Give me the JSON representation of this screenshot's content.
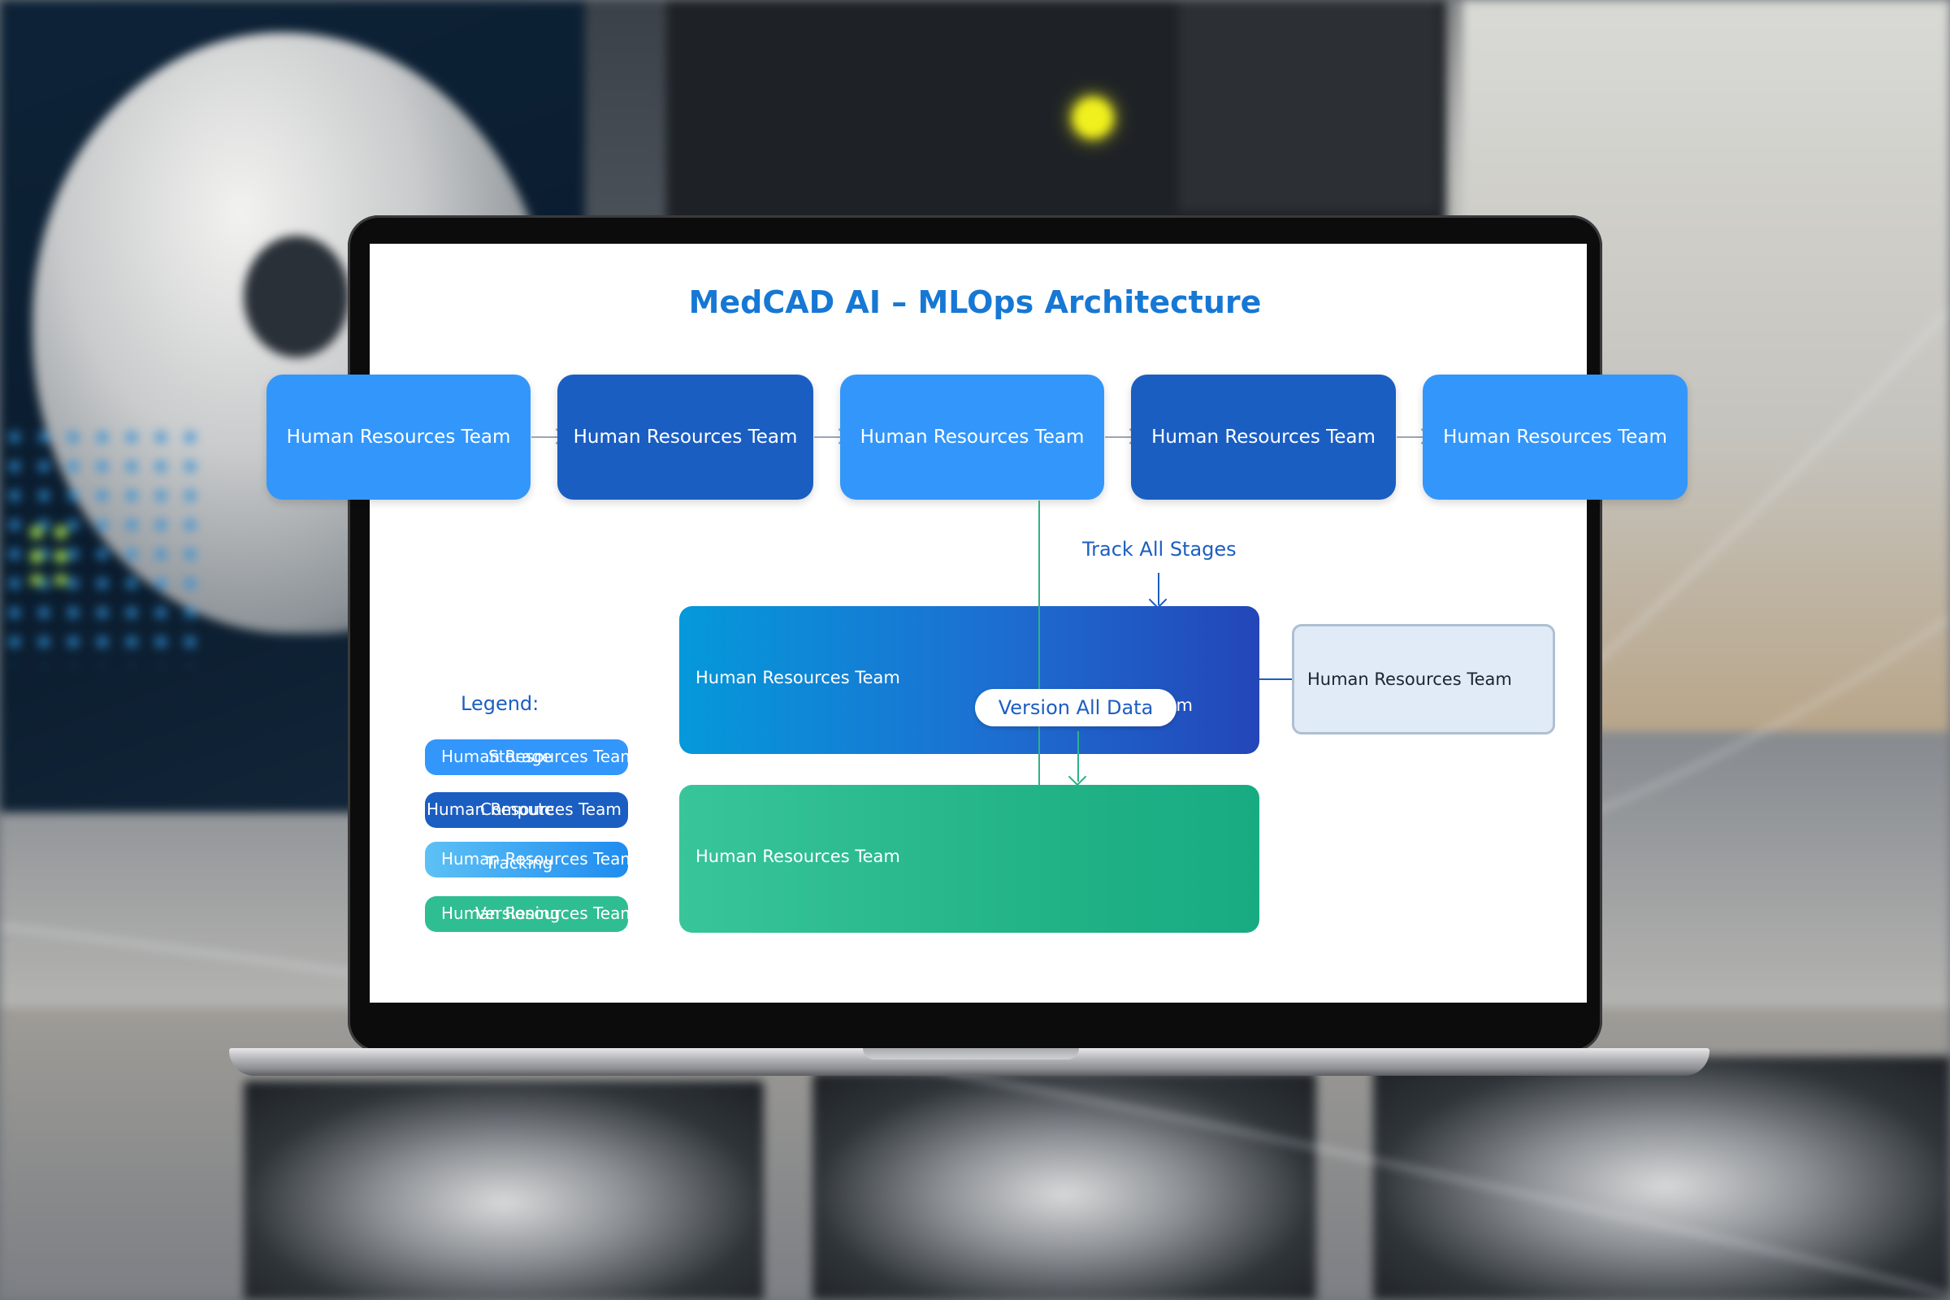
{
  "diagram": {
    "title": "MedCAD AI – MLOps Architecture",
    "pipeline": [
      {
        "label": "Human Resources Team",
        "tone": "light"
      },
      {
        "label": "Human Resources Team",
        "tone": "dark"
      },
      {
        "label": "Human Resources Team",
        "tone": "light"
      },
      {
        "label": "Human Resources Team",
        "tone": "dark"
      },
      {
        "label": "Human Resources Team",
        "tone": "light"
      }
    ],
    "track_label": "Track All Stages",
    "version_label": "Version All Data",
    "tracking_box": {
      "label": "Human Resources Team",
      "tail": "m"
    },
    "versioning_box": {
      "label": "Human Resources Team"
    },
    "side_box": {
      "label": "Human Resources Team"
    },
    "legend": {
      "title": "Legend:",
      "items": [
        {
          "text": "Human Resources Team",
          "overlay": "Storage",
          "color": "#3396fb"
        },
        {
          "text": "Human Resources Team",
          "overlay": "Compute",
          "color": "#1b5ec2"
        },
        {
          "text": "Human Resources Team",
          "overlay": "Tracking",
          "color": "#3ba7f5"
        },
        {
          "text": "Human Resources Team",
          "overlay": "Versioning",
          "color": "#2fbe91"
        }
      ]
    },
    "colors": {
      "title": "#1678d4",
      "light_node": "#3396fb",
      "dark_node": "#1b5ec2",
      "green": "#2db285",
      "side_box": "#e1ebf7"
    }
  }
}
